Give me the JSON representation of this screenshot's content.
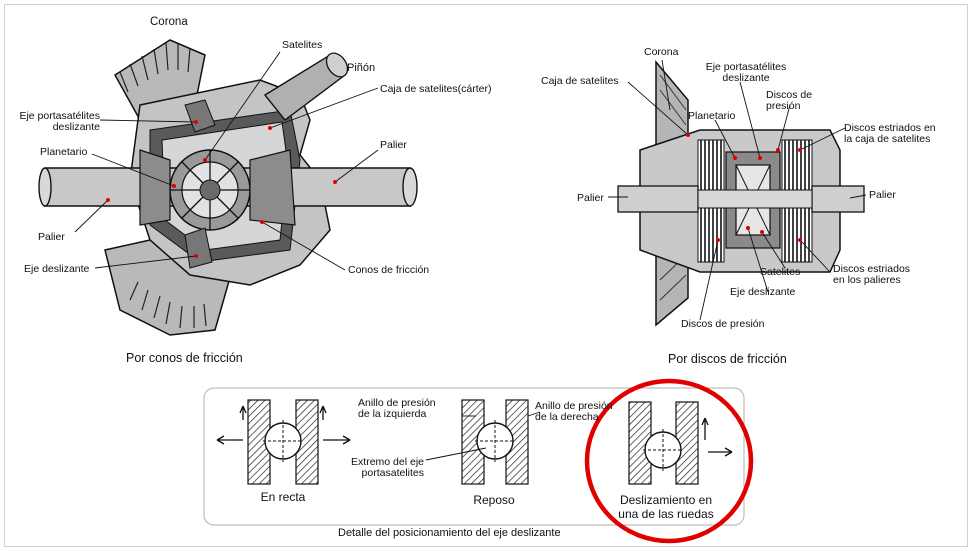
{
  "colors": {
    "accent": "#e00000",
    "line": "#111111",
    "metal": "#a8a8a8",
    "dark": "#3a3a3a"
  },
  "left_diagram": {
    "caption": "Por conos de fricción",
    "labels": {
      "corona": "Corona",
      "satelites": "Satelites",
      "pinon": "Piñón",
      "caja": "Caja de satelites(cárter)",
      "eje_porta": "Eje portasatélites\ndeslizante",
      "planetario": "Planetario",
      "palier_right": "Palier",
      "palier_left": "Palier",
      "eje_desl": "Eje deslizante",
      "conos": "Conos de fricción"
    }
  },
  "right_diagram": {
    "caption": "Por discos de fricción",
    "labels": {
      "corona": "Corona",
      "caja": "Caja de satelites",
      "eje_porta": "Eje portasatélites\ndeslizante",
      "planetario": "Planetario",
      "discos_presion_top": "Discos de\npresión",
      "discos_caja": "Discos estriados en\nla caja de satelites",
      "palier_left": "Palier",
      "palier_right": "Palier",
      "satelites": "Satelites",
      "eje_desl": "Eje deslizante",
      "discos_palieres": "Discos estriados\nen los palieres",
      "discos_presion_bottom": "Discos de presión"
    }
  },
  "detail": {
    "caption": "Detalle del posicionamiento del eje deslizante",
    "en_recta": "En recta",
    "reposo": "Reposo",
    "deslizamiento": "Deslizamiento en\nuna de las ruedas",
    "anillo_izq": "Anillo de presión\nde la izquierda",
    "anillo_der": "Anillo de presión\nde la derecha",
    "extremo": "Extremo del eje\nportasatelites"
  }
}
